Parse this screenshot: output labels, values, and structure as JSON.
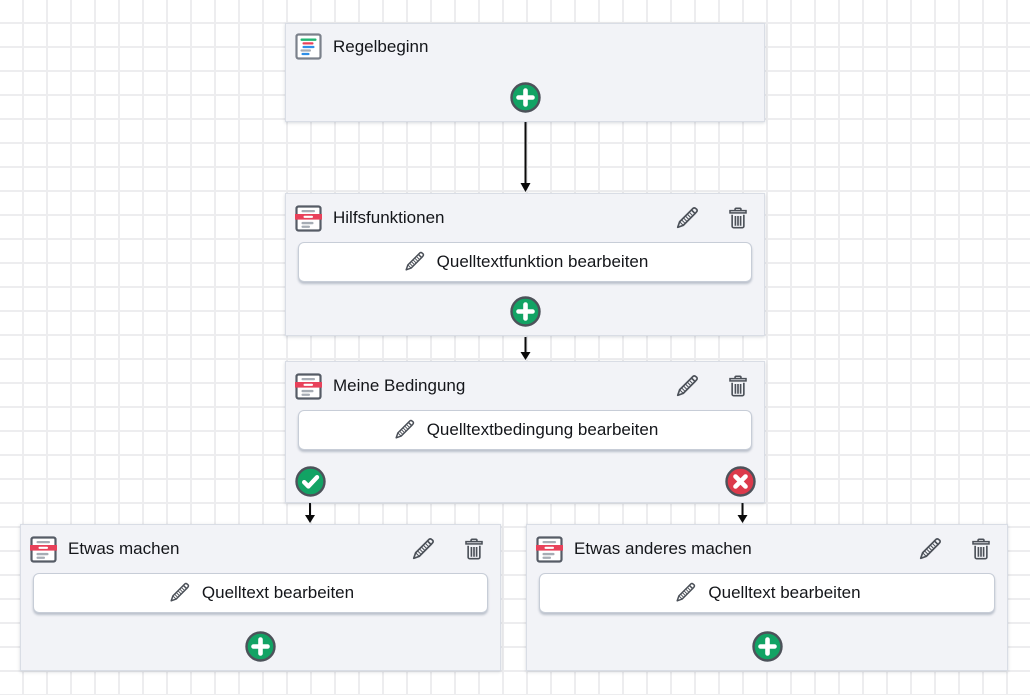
{
  "app": {
    "type": "rule-flow-editor",
    "language": "de"
  },
  "colors": {
    "canvas_bg": "#ffffff",
    "grid_line": "#ededef",
    "node_bg": "#f2f3f7",
    "node_border": "#d9dde5",
    "button_bg": "#ffffff",
    "button_border": "#c7cdd7",
    "title_text": "#14161a",
    "icon_stroke": "#4b5058",
    "accent_green": "#12a364",
    "accent_red": "#dc3a4b",
    "doc_icon_red_band": "#e8415a",
    "doc_icon_green_line": "#21b573",
    "doc_icon_blue_line": "#2f8fe8",
    "doc_icon_gray_line": "#a6acb4",
    "arrow": "#0a0a0a"
  },
  "icons": {
    "start_node": "colored-lines-document-icon",
    "block_node": "red-band-document-icon",
    "edit": "pencil-icon",
    "delete": "trash-icon",
    "add": "plus-icon",
    "true_branch": "check-icon",
    "false_branch": "x-icon"
  },
  "nodes": {
    "start": {
      "title": "Regelbeginn"
    },
    "functions": {
      "title": "Hilfsfunktionen",
      "edit_button": "Quelltextfunktion bearbeiten"
    },
    "condition": {
      "title": "Meine Bedingung",
      "edit_button": "Quelltextbedingung bearbeiten"
    },
    "action_true": {
      "title": "Etwas machen",
      "edit_button": "Quelltext bearbeiten"
    },
    "action_false": {
      "title": "Etwas anderes machen",
      "edit_button": "Quelltext bearbeiten"
    }
  }
}
